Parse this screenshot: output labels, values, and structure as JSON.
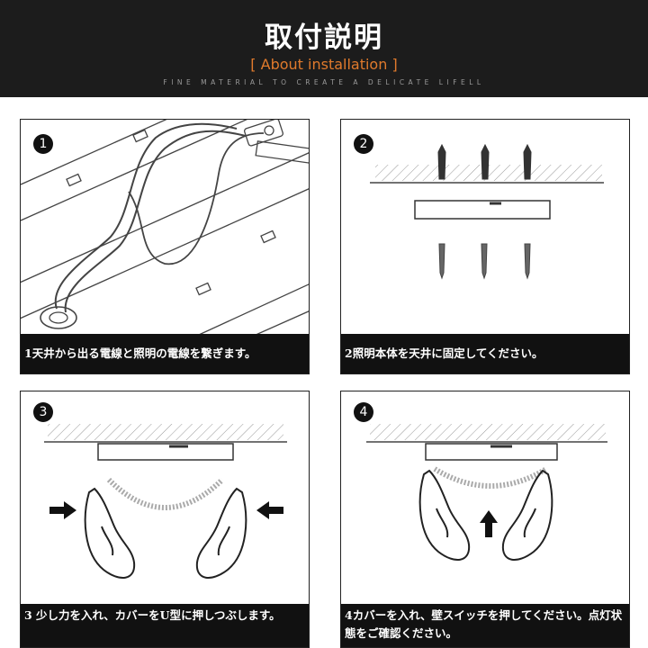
{
  "header": {
    "title": "取付説明",
    "subtitle": "[ About installation ]",
    "tagline": "FINE MATERIAL TO CREATE A DELICATE LIFELL"
  },
  "steps": [
    {
      "number": "1",
      "caption": "1天井から出る電線と照明の電線を繋ぎます。"
    },
    {
      "number": "2",
      "caption": "2照明本体を天井に固定してください。"
    },
    {
      "number": "3",
      "caption": "3 少し力を入れ、カバーをU型に押しつぶします。"
    },
    {
      "number": "4",
      "caption": "4カバーを入れ、壁スイッチを押してください。点灯状態をご確認ください。"
    }
  ],
  "colors": {
    "header_bg": "#1c1c1c",
    "accent": "#e07a2c",
    "caption_bg": "#111111"
  }
}
